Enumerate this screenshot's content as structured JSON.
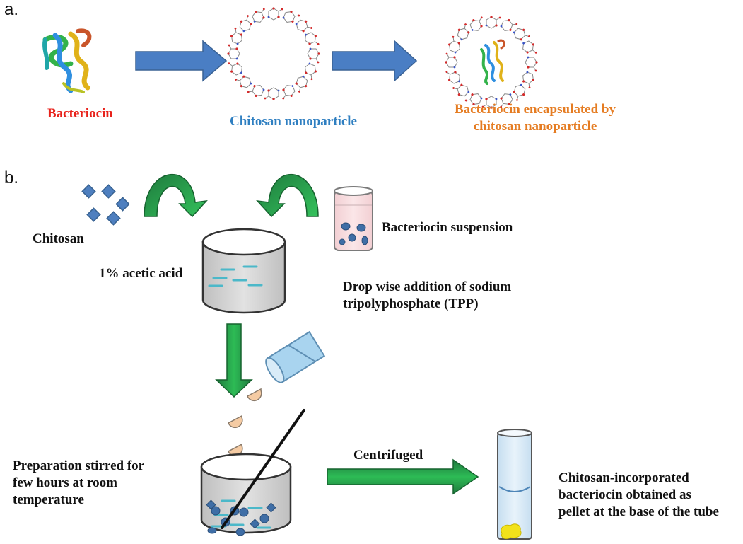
{
  "panel_a": {
    "letter": "a.",
    "bacteriocin_label": "Bacteriocin",
    "nanoparticle_label": "Chitosan nanoparticle",
    "encapsulated_label_line1": "Bacteriocin encapsulated by",
    "encapsulated_label_line2": "chitosan nanoparticle"
  },
  "panel_b": {
    "letter": "b.",
    "chitosan_label": "Chitosan",
    "acetic_acid_label": "1% acetic acid",
    "bacteriocin_suspension_label": "Bacteriocin suspension",
    "tpp_label_line1": "Drop wise addition of sodium",
    "tpp_label_line2": "tripolyphosphate (TPP)",
    "stirred_label_line1": "Preparation stirred for",
    "stirred_label_line2": "few hours at room",
    "stirred_label_line3": "temperature",
    "centrifuged_label": "Centrifuged",
    "result_label_line1": "Chitosan-incorporated",
    "result_label_line2": "bacteriocin obtained as",
    "result_label_line3": "pellet at the base of the tube"
  },
  "colors": {
    "bacteriocin_text": "#e8221b",
    "nanoparticle_text": "#2f7fc1",
    "encapsulated_text": "#e57c22",
    "blue_arrow": "#4a7ec4",
    "green_arrow": "#1aa24a",
    "beaker_fill": "#d4d4d4",
    "liquid_dash": "#4bb8c9",
    "particle": "#3f6ea6",
    "droplet": "#f5cba3",
    "tube_fill": "#d6e9f5",
    "pellet": "#f2e21b"
  }
}
